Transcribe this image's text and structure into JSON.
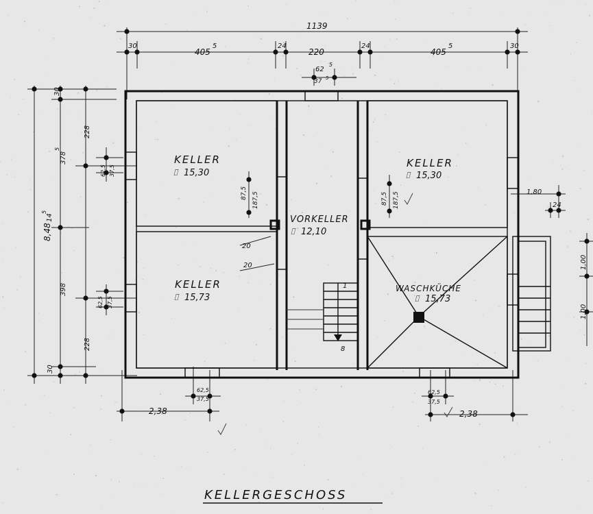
{
  "title": "KELLERGESCHOSS",
  "area_symbol": "⌷",
  "rooms": {
    "keller_top_left": {
      "name": "KELLER",
      "area": "15,30"
    },
    "keller_top_right": {
      "name": "KELLER",
      "area": "15,30"
    },
    "keller_bottom_left": {
      "name": "KELLER",
      "area": "15,73"
    },
    "vorkeller": {
      "name": "VORKELLER",
      "area": "12,10"
    },
    "waschkueche": {
      "name": "WASCHKÜCHE",
      "area": "15,73"
    }
  },
  "dimensions": {
    "total_width": "1139",
    "wall_left": "30",
    "left_span": "405",
    "left_span_sup": "5",
    "inner_wall_left": "24",
    "middle_span": "220",
    "inner_wall_right": "24",
    "right_span": "405",
    "right_span_sup": "5",
    "wall_right": "30",
    "top_window": "62",
    "top_window_sup": "5",
    "top_window_half": "37",
    "top_window_half_sup": "5",
    "total_height": "8,48",
    "wall_top": "30",
    "top_left_upper": "228",
    "top_left_room": "378",
    "top_left_room_sup": "5",
    "partition": "14",
    "partition_sup": "5",
    "bottom_left_room": "398",
    "bottom_left_lower": "228",
    "wall_bottom": "30",
    "left_window_upper": "62,5",
    "left_window_upper_half": "37,5",
    "left_window_lower": "62,5",
    "left_window_lower_half": "37,5",
    "door_left_a": "87,5",
    "door_left_b": "187,5",
    "door_right_a": "87,5",
    "door_right_b": "187,5",
    "wall_20_a": "20",
    "wall_20_b": "20",
    "right_180": "1,80",
    "right_24": "24",
    "right_100_a": "1,00",
    "right_100_b": "1,00",
    "bottom_left_238": "2,38",
    "bottom_right_238": "2,38",
    "bottom_window_left": "62,5",
    "bottom_window_left_half": "37,5",
    "bottom_window_right": "62,5",
    "bottom_window_right_half": "37,5",
    "stair_top": "1",
    "stair_bottom": "8"
  },
  "colors": {
    "paper": "#e7e7e7",
    "ink": "#111111"
  }
}
